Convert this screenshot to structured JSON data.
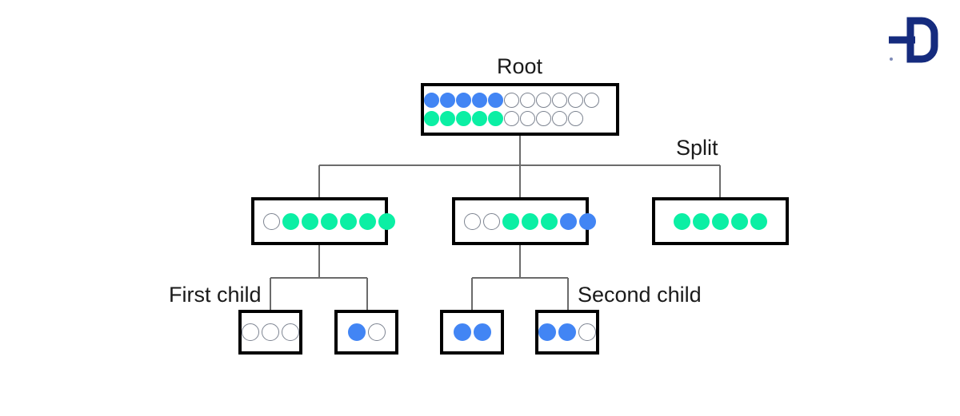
{
  "diagram": {
    "title": "Decision tree split diagram",
    "colors": {
      "blue": "#4285F4",
      "green": "#0BEFA4",
      "empty_outline": "#7d8491",
      "box_border": "#000000",
      "connector": "#6b6b6b",
      "label_text": "#1a1a1a",
      "logo": "#152B7E"
    },
    "labels": {
      "root": "Root",
      "split": "Split",
      "first_child": "First child",
      "second_child": "Second child"
    },
    "logo": {
      "name": "plus-d-logo",
      "alt": "Plus-D logo"
    },
    "levels": {
      "root": {
        "name": "root-node",
        "rows": [
          {
            "dots": [
              "blue",
              "blue",
              "blue",
              "blue",
              "blue",
              "white",
              "white",
              "white",
              "white",
              "white",
              "white"
            ]
          },
          {
            "dots": [
              "green",
              "green",
              "green",
              "green",
              "green",
              "white",
              "white",
              "white",
              "white",
              "white"
            ]
          }
        ],
        "counts": {
          "blue": 5,
          "green": 5,
          "empty": 11,
          "total": 21
        }
      },
      "middle": [
        {
          "name": "middle-node-left",
          "rows": [
            {
              "dots": [
                "white",
                "green",
                "green",
                "green",
                "green",
                "green",
                "green"
              ]
            }
          ],
          "counts": {
            "blue": 0,
            "green": 6,
            "empty": 1,
            "total": 7
          }
        },
        {
          "name": "middle-node-center",
          "rows": [
            {
              "dots": [
                "white",
                "white",
                "green",
                "green",
                "green",
                "blue",
                "blue"
              ]
            }
          ],
          "counts": {
            "blue": 2,
            "green": 3,
            "empty": 2,
            "total": 7
          }
        },
        {
          "name": "middle-node-right",
          "rows": [
            {
              "dots": [
                "green",
                "green",
                "green",
                "green",
                "green"
              ]
            }
          ],
          "counts": {
            "blue": 0,
            "green": 5,
            "empty": 0,
            "total": 5
          }
        }
      ],
      "leaves": [
        {
          "name": "leaf-node-1",
          "rows": [
            {
              "dots": [
                "white",
                "white",
                "white"
              ]
            }
          ],
          "counts": {
            "blue": 0,
            "green": 0,
            "empty": 3,
            "total": 3
          }
        },
        {
          "name": "leaf-node-2",
          "rows": [
            {
              "dots": [
                "blue",
                "white"
              ]
            }
          ],
          "counts": {
            "blue": 1,
            "green": 0,
            "empty": 1,
            "total": 2
          }
        },
        {
          "name": "leaf-node-3",
          "rows": [
            {
              "dots": [
                "blue",
                "blue"
              ]
            }
          ],
          "counts": {
            "blue": 2,
            "green": 0,
            "empty": 0,
            "total": 2
          }
        },
        {
          "name": "leaf-node-4",
          "rows": [
            {
              "dots": [
                "blue",
                "blue",
                "white"
              ]
            }
          ],
          "counts": {
            "blue": 2,
            "green": 0,
            "empty": 1,
            "total": 3
          }
        }
      ]
    }
  }
}
